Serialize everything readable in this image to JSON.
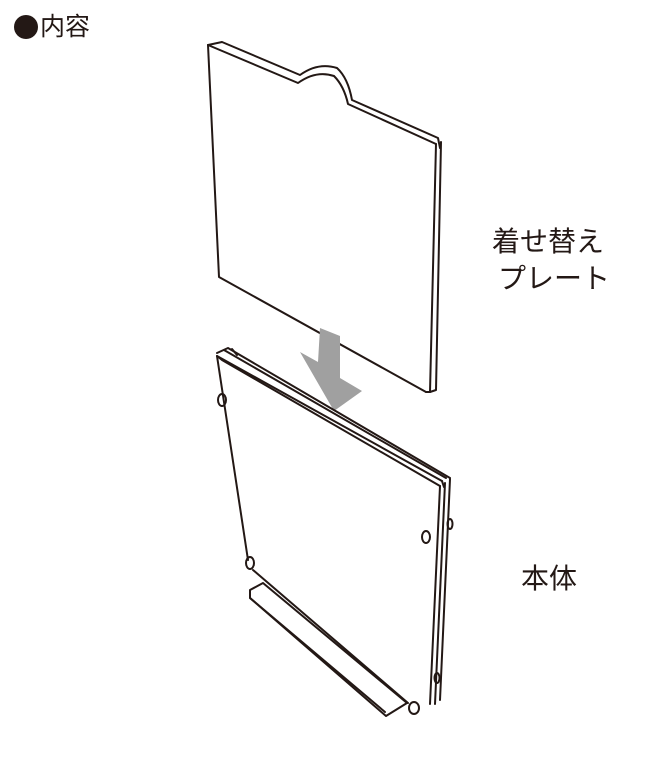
{
  "heading": {
    "bullet": "●",
    "text": "内容"
  },
  "labels": {
    "plate_line1": "着せ替え",
    "plate_line2": "プレート",
    "body": "本体"
  },
  "colors": {
    "ink": "#231815",
    "arrow": "#a0a0a0",
    "background": "#ffffff"
  },
  "diagram": {
    "parts": [
      {
        "name": "interchangeable-plate",
        "label": "着せ替えプレート"
      },
      {
        "name": "stand-body",
        "label": "本体"
      }
    ],
    "arrow_direction": "down"
  }
}
